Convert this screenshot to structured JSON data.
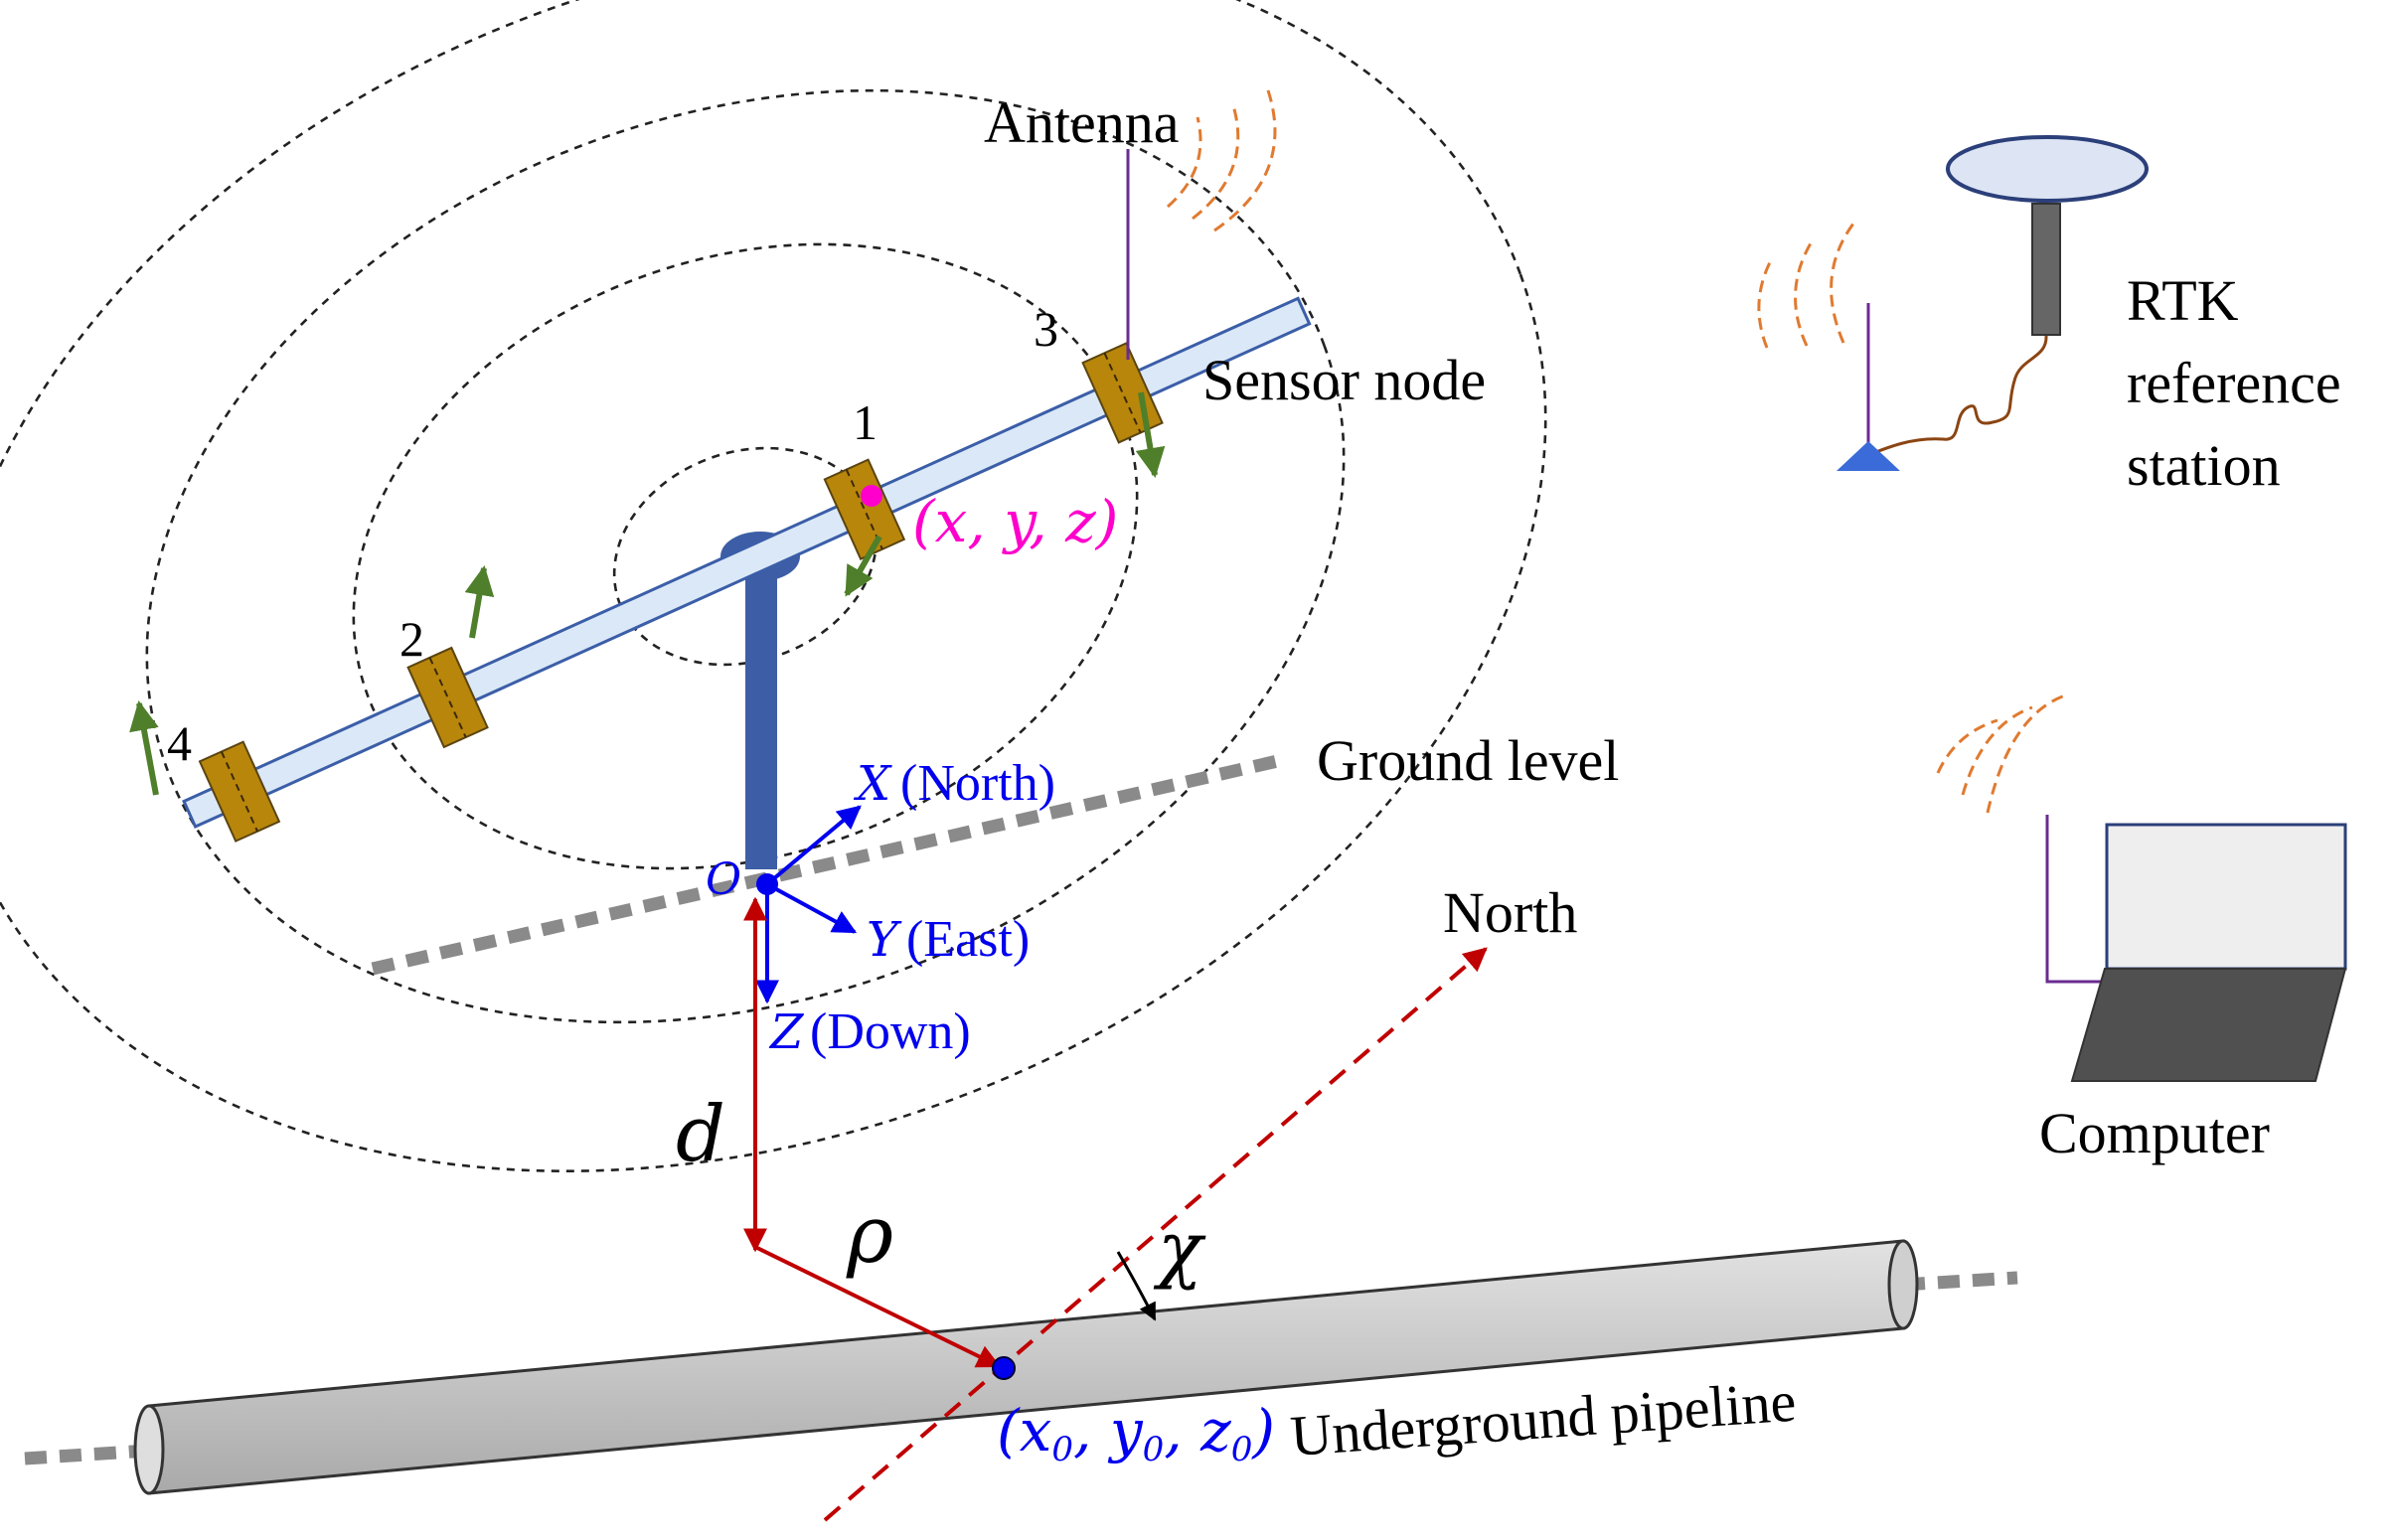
{
  "labels": {
    "antenna": "Antenna",
    "sensor_node": "Sensor node",
    "rtk_line1": "RTK",
    "rtk_line2": "reference",
    "rtk_line3": "station",
    "ground_level": "Ground level",
    "north": "North",
    "computer": "Computer",
    "underground_pipeline": "Underground pipeline",
    "origin": "O",
    "axis_x": "X",
    "axis_x_dir": "(North)",
    "axis_y": "Y",
    "axis_y_dir": "(East)",
    "axis_z": "Z",
    "axis_z_dir": "(Down)",
    "depth": "d",
    "radius": "ρ",
    "angle": "χ",
    "sensor_point": "(x, y, z)",
    "pipe_point_x": "x",
    "pipe_point_y": "y",
    "pipe_point_z": "z",
    "pipe_point_sub": "0"
  },
  "sensor_nodes": [
    "1",
    "2",
    "3",
    "4"
  ],
  "colors": {
    "arm_fill": "#dbe8f7",
    "arm_stroke": "#3b5ea8",
    "mast": "#3d5ea6",
    "sensor_box": "#b8860b",
    "sensor_box_stroke": "#5a4410",
    "green_arrow": "#4f7f2a",
    "red_arrow": "#c00000",
    "axis_blue": "#0000ee",
    "sensor_point": "#ff00cc",
    "signal_waves": "#e07a30",
    "antenna_line": "#6a2c91",
    "pipe": "#c8c8c8",
    "ground_dash": "#8a8a8a",
    "laptop_screen": "#eeeeee",
    "laptop_base": "#505050",
    "rtk_dish": "#dde5f4",
    "rtk_pole": "#666666",
    "rtk_cable": "#8b4513",
    "rtk_triangle": "#3b6bd8"
  },
  "icons": [
    "antenna-icon",
    "rtk-dish-icon",
    "laptop-icon",
    "signal-waves-icon"
  ]
}
